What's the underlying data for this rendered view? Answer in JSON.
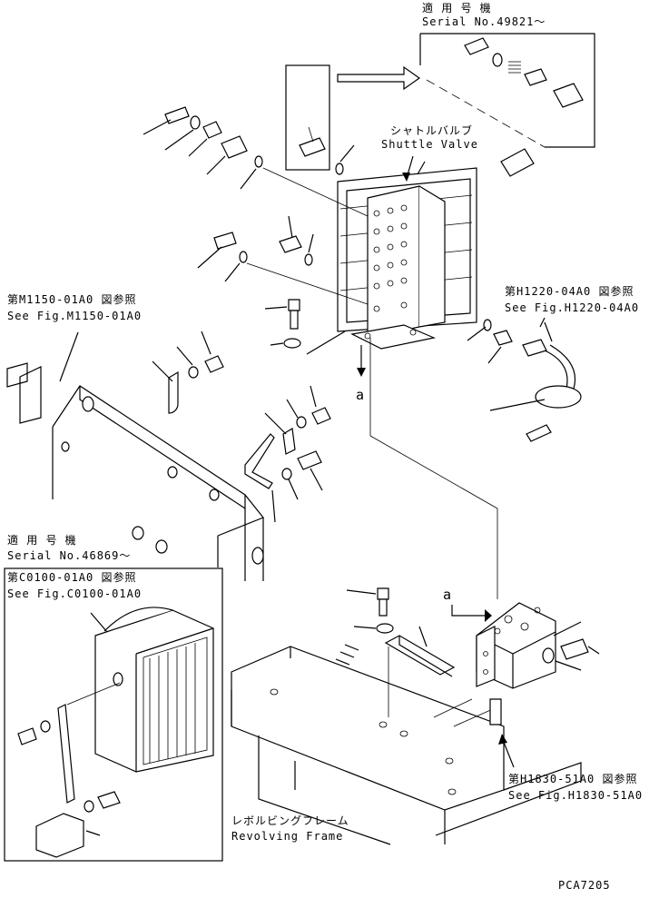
{
  "labels": {
    "serial_top_jp": "適 用 号 機",
    "serial_top_en": "Serial No.49821～",
    "shuttle_jp": "シャトルバルブ",
    "shuttle_en": "Shuttle Valve",
    "fig_m1150_jp": "第M1150-01A0 図参照",
    "fig_m1150_en": "See Fig.M1150-01A0",
    "fig_h1220_jp": "第H1220-04A0 図参照",
    "fig_h1220_en": "See Fig.H1220-04A0",
    "serial_left_jp": "適 用 号 機",
    "serial_left_en": "Serial No.46869～",
    "fig_c0100_jp": "第C0100-01A0 図参照",
    "fig_c0100_en": "See Fig.C0100-01A0",
    "ref_a_upper": "a",
    "ref_a_lower": "a",
    "fig_h1830_jp": "第H1830-51A0 図参照",
    "fig_h1830_en": "See Fig.H1830-51A0",
    "revolving_jp": "レボルビングフレーム",
    "revolving_en": "Revolving Frame",
    "drawing_code": "PCA7205"
  }
}
